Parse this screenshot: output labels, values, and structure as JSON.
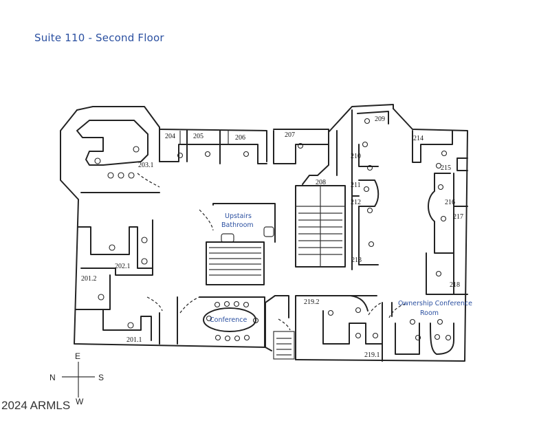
{
  "title": "Suite 110 - Second Floor",
  "watermark": "2024 ARMLS",
  "rooms": {
    "r203_1": "203.1",
    "r204": "204",
    "r205": "205",
    "r206": "206",
    "r207": "207",
    "r208": "208",
    "r209": "209",
    "r210": "210",
    "r211": "211",
    "r212": "212",
    "r213": "213",
    "r214": "214",
    "r215": "215",
    "r216": "216",
    "r217": "217",
    "r218": "218",
    "r202_1": "202.1",
    "r201_2": "201.2",
    "r201_1": "201.1",
    "r219_1": "219.1",
    "r219_2": "219.2"
  },
  "labels": {
    "upstairs": "Upstairs",
    "bathroom": "Bathroom",
    "conference": "Conference",
    "ownership": "Ownership Conference",
    "room": "Room"
  },
  "compass": {
    "n": "N",
    "s": "S",
    "e": "E",
    "w": "W"
  },
  "colors": {
    "label_blue": "#2a4fa0",
    "wall": "#222222"
  }
}
